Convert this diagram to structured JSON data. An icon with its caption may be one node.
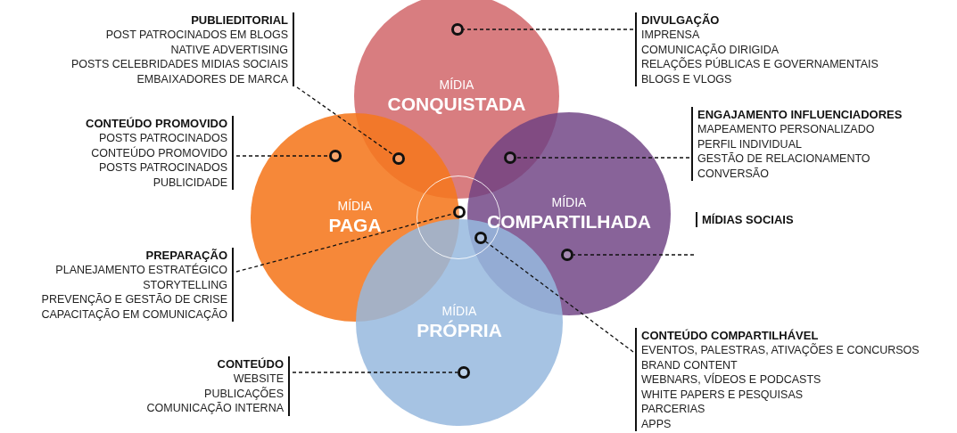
{
  "diagram": {
    "nodes": [
      {
        "text": [
          "MÍDIA",
          "CONQUISTADA"
        ]
      },
      {
        "text": [
          "MÍDIA",
          "PAGA"
        ]
      },
      {
        "text": [
          "MÍDIA",
          "COMPARTILHADA"
        ]
      },
      {
        "text": [
          "MÍDIA",
          "PRÓPRIA"
        ]
      },
      {
        "text": [],
        "shape": "circle"
      },
      {
        "text": [
          "PUBLIEDITORIAL",
          "POST PATROCINADOS EM BLOGS",
          "NATIVE ADVERTISING",
          "POSTS CELEBRIDADES MIDIAS SOCIAIS",
          "EMBAIXADORES DE MARCA"
        ]
      },
      {
        "text": [
          "DIVULGAÇÃO",
          "IMPRENSA",
          "COMUNICAÇÃO DIRIGIDA",
          "RELAÇÕES PÚBLICAS E GOVERNAMENTAIS",
          "BLOGS E VLOGS"
        ]
      },
      {
        "text": [
          "CONTEÚDO PROMOVIDO",
          "POSTS PATROCINADOS",
          "CONTEÚDO PROMOVIDO",
          "POSTS PATROCINADOS",
          "PUBLICIDADE"
        ]
      },
      {
        "text": [
          "ENGAJAMENTO INFLUENCIADORES",
          "MAPEAMENTO PERSONALIZADO",
          "PERFIL INDIVIDUAL",
          "GESTÃO DE RELACIONAMENTO",
          "CONVERSÃO"
        ]
      },
      {
        "text": [
          "MÍDIAS SOCIAIS"
        ]
      },
      {
        "text": [
          "PREPARAÇÃO",
          "PLANEJAMENTO ESTRATÉGICO",
          "STORYTELLING",
          "PREVENÇÃO E GESTÃO DE CRISE",
          "CAPACITAÇÃO EM COMUNICAÇÃO"
        ]
      },
      {
        "text": [
          "CONTEÚDO",
          "WEBSITE",
          "PUBLICAÇÕES",
          "COMUNICAÇÃO INTERNA"
        ]
      },
      {
        "text": [
          "CONTEÚDO COMPARTILHÁVEL",
          "EVENTOS, PALESTRAS, ATIVAÇÕES E CONCURSOS",
          "BRAND CONTENT",
          "WEBNARS, VÍDEOS E PODCASTS",
          "WHITE PAPERS E PESQUISAS",
          "PARCERIAS",
          "APPS"
        ]
      },
      {
        "text": [],
        "shape": "circle",
        "in": 1
      },
      {
        "text": [],
        "shape": "circle"
      },
      {
        "text": [],
        "shape": "circle",
        "in": 0
      },
      {
        "text": [],
        "shape": "circle",
        "in": 4
      },
      {
        "text": [],
        "shape": "circle",
        "in": 3
      },
      {
        "text": [],
        "shape": "circle"
      },
      {
        "text": [],
        "shape": "circle"
      },
      {
        "text": [],
        "shape": "circle",
        "in": 2
      }
    ],
    "edges": [
      {
        "from": 5,
        "to": 14,
        "arrow": "none",
        "style": "dashed"
      },
      {
        "from": 6,
        "to": 15,
        "arrow": "none",
        "style": "dashed"
      },
      {
        "from": 7,
        "to": 13,
        "arrow": "none",
        "style": "dashed"
      },
      {
        "from": 8,
        "to": 19,
        "arrow": "none",
        "style": "dashed"
      },
      {
        "from": 9,
        "to": 20,
        "arrow": "none",
        "style": "dashed"
      },
      {
        "from": 10,
        "to": 16,
        "arrow": "none",
        "style": "dashed"
      },
      {
        "from": 11,
        "to": 17,
        "arrow": "none",
        "style": "dashed"
      },
      {
        "from": 12,
        "to": 18,
        "arrow": "none",
        "style": "dashed"
      }
    ]
  }
}
